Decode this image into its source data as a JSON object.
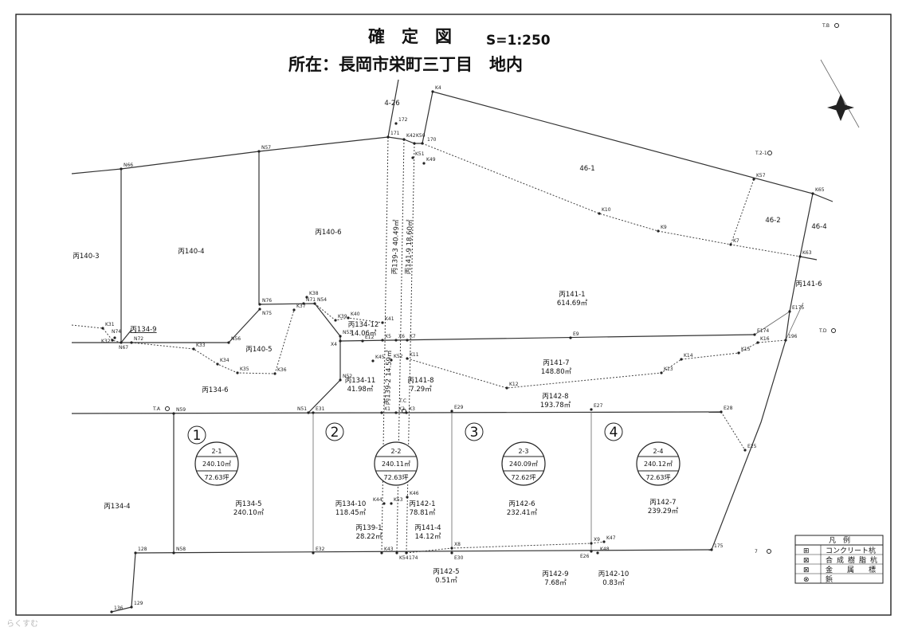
{
  "header": {
    "title": "確　定　図",
    "scale": "S=1:250",
    "location": "所在：長岡市栄町三丁目　地内"
  },
  "survey_points": [
    "172",
    "171",
    "K42",
    "K50",
    "170",
    "K4",
    "K51",
    "K49",
    "N66",
    "N57",
    "K10",
    "K9",
    "K7",
    "K57",
    "K65",
    "K63",
    "E175",
    "E174",
    "K16",
    "196",
    "K15",
    "K14",
    "K13",
    "K12",
    "K11",
    "K52",
    "K45",
    "E9",
    "E12",
    "X4",
    "X5",
    "X6",
    "K7",
    "K41",
    "K40",
    "K39",
    "K38",
    "N54",
    "N71",
    "K37",
    "N76",
    "N75",
    "N56",
    "N53",
    "N52",
    "N51",
    "E31",
    "X1",
    "X2",
    "X3",
    "E29",
    "E27",
    "E28",
    "E25",
    "N59",
    "N74",
    "K32",
    "K31",
    "N67",
    "N72",
    "K33",
    "K34",
    "K35",
    "K36",
    "N58",
    "128",
    "129",
    "136",
    "E32",
    "K43",
    "K54",
    "174",
    "E30",
    "X8",
    "X9",
    "K47",
    "E26",
    "K48",
    "175",
    "K44",
    "K53",
    "K46"
  ],
  "markers": [
    "T.B",
    "T.2-1",
    "T.D",
    "T.A",
    "T.C",
    "7"
  ],
  "parcels": [
    {
      "name": "4-26"
    },
    {
      "name": "46-1"
    },
    {
      "name": "46-2"
    },
    {
      "name": "46-4"
    },
    {
      "name": "丙141-6"
    },
    {
      "name": "丙140-3"
    },
    {
      "name": "丙140-4"
    },
    {
      "name": "丙140-6"
    },
    {
      "name": "丙141-1",
      "area": "614.69㎡"
    },
    {
      "name": "丙134-9"
    },
    {
      "name": "丙134-12",
      "area": "14.06㎡"
    },
    {
      "name": "丙140-5"
    },
    {
      "name": "丙134-6"
    },
    {
      "name": "丙134-11",
      "area": "41.98㎡"
    },
    {
      "name": "丙141-7",
      "area": "148.80㎡"
    },
    {
      "name": "丙141-8",
      "area": "7.29㎡"
    },
    {
      "name": "丙142-8",
      "area": "193.78㎡"
    },
    {
      "name": "丙134-4"
    },
    {
      "name": "丙134-5",
      "area": "240.10㎡"
    },
    {
      "name": "丙134-10",
      "area": "118.45㎡"
    },
    {
      "name": "丙142-1",
      "area": "78.81㎡"
    },
    {
      "name": "丙142-6",
      "area": "232.41㎡"
    },
    {
      "name": "丙142-7",
      "area": "239.29㎡"
    },
    {
      "name": "丙139-1",
      "area": "28.22㎡"
    },
    {
      "name": "丙141-4",
      "area": "14.12㎡"
    },
    {
      "name": "丙142-5",
      "area": "0.51㎡"
    },
    {
      "name": "丙142-9",
      "area": "7.68㎡"
    },
    {
      "name": "丙142-10",
      "area": "0.83㎡"
    }
  ],
  "vertical_parcels": [
    {
      "label": "丙139-3 40.49㎡"
    },
    {
      "label": "丙141-9 18.60㎡"
    },
    {
      "label": "丙139-2 14.59㎡"
    }
  ],
  "lots": [
    {
      "number": "1",
      "id": "2-1",
      "area": "240.10㎡",
      "tsubo": "72.63坪"
    },
    {
      "number": "2",
      "id": "2-2",
      "area": "240.11㎡",
      "tsubo": "72.63坪"
    },
    {
      "number": "3",
      "id": "2-3",
      "area": "240.09㎡",
      "tsubo": "72.62坪"
    },
    {
      "number": "4",
      "id": "2-4",
      "area": "240.12㎡",
      "tsubo": "72.63坪"
    }
  ],
  "legend": {
    "title": "凡　例",
    "items": [
      {
        "symbol": "⊞",
        "label": "コンクリート杭"
      },
      {
        "symbol": "⊠",
        "label": "合成樹脂杭"
      },
      {
        "symbol": "⊠",
        "label": "金属標"
      },
      {
        "symbol": "⊗",
        "label": "鋲"
      }
    ]
  },
  "watermark": "らくすむ"
}
